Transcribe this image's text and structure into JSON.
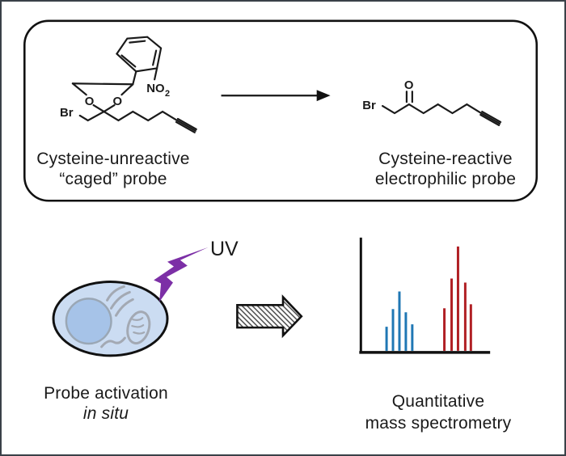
{
  "top_panel": {
    "left_label": {
      "line1": "Cysteine-unreactive",
      "line2": "“caged” probe"
    },
    "right_label": {
      "line1": "Cysteine-reactive",
      "line2": "electrophilic probe"
    },
    "left_molecule": {
      "br": "Br",
      "o_left": "O",
      "o_right": "O",
      "nitro": "NO",
      "nitro_sub": "2"
    },
    "right_molecule": {
      "br": "Br",
      "carbonyl_o": "O"
    }
  },
  "bottom_panel": {
    "uv_label": "UV",
    "cell_label": {
      "line1": "Probe activation",
      "line2": "in situ"
    },
    "spectrum_label": {
      "line1": "Quantitative",
      "line2": "mass spectrometry"
    }
  },
  "colors": {
    "ink": "#1a1a1a",
    "uv_bolt_purple": "#7c2fa6",
    "cell_fill": "#cbdcf2",
    "cell_stroke": "#111111",
    "nucleus_fill": "#a6c3e8",
    "organelle_gray": "#a3a9b3",
    "peak_blue": "#1f77b4",
    "peak_red": "#b01f24"
  },
  "chart_data": {
    "type": "bar",
    "description": "Stylized quantitative mass spectrum with two isotopic peak clusters",
    "baseline_y": 437,
    "series": [
      {
        "name": "light-isotope-cluster",
        "color": "#1f77b4",
        "peaks": [
          {
            "x": 479,
            "h": 32
          },
          {
            "x": 487,
            "h": 54
          },
          {
            "x": 495,
            "h": 76
          },
          {
            "x": 503,
            "h": 50
          },
          {
            "x": 511,
            "h": 35
          }
        ]
      },
      {
        "name": "heavy-isotope-cluster",
        "color": "#b01f24",
        "peaks": [
          {
            "x": 551,
            "h": 55
          },
          {
            "x": 560,
            "h": 92
          },
          {
            "x": 568,
            "h": 132
          },
          {
            "x": 577,
            "h": 87
          },
          {
            "x": 584,
            "h": 60
          }
        ]
      }
    ]
  }
}
